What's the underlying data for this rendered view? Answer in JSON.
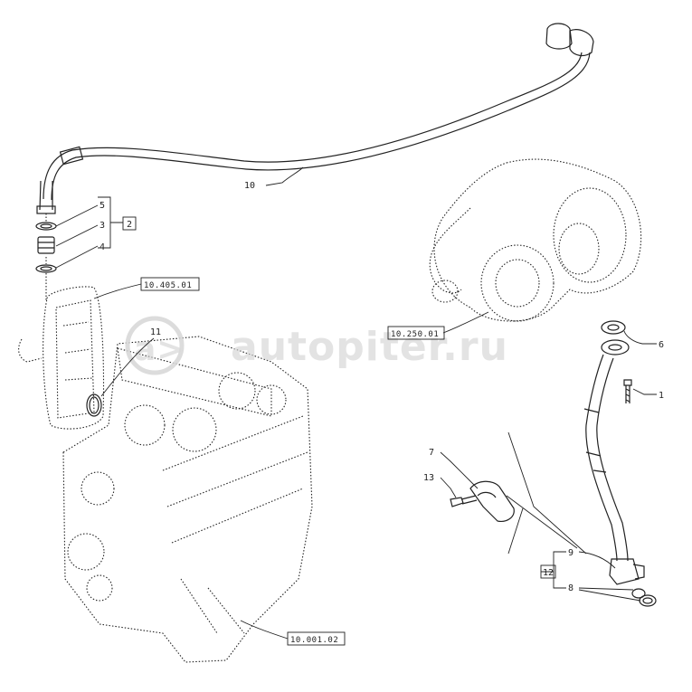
{
  "callouts": {
    "c10": "10",
    "c5": "5",
    "c3": "3",
    "c4": "4",
    "c11": "11",
    "c6": "6",
    "c1": "1",
    "c7": "7",
    "c13": "13",
    "c9": "9",
    "c8": "8"
  },
  "kits": {
    "k2": "2",
    "k12": "12"
  },
  "references": {
    "r1": "10.405.01",
    "r2": "10.250.01",
    "r3": "10.001.02"
  },
  "watermark": {
    "logo_text": "a>",
    "site": "autopiter.ru"
  }
}
